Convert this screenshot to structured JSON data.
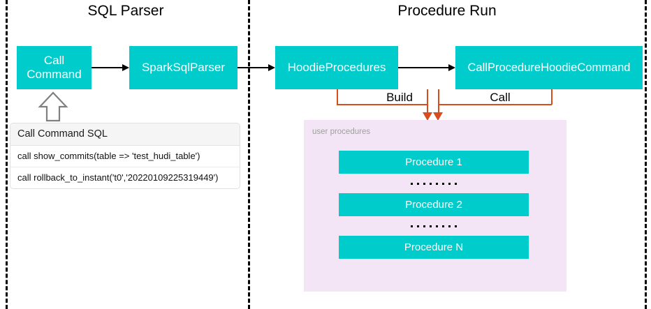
{
  "sections": {
    "left_title": "SQL Parser",
    "right_title": "Procedure Run"
  },
  "flow_boxes": {
    "call_command": "Call\nCommand",
    "spark_sql_parser": "SparkSqlParser",
    "hoodie_procedures": "HoodieProcedures",
    "call_procedure_hoodie_command": "CallProcedureHoodieCommand"
  },
  "connector_labels": {
    "build": "Build",
    "call": "Call"
  },
  "sql_card": {
    "header": "Call Command SQL",
    "rows": [
      "call show_commits(table => 'test_hudi_table')",
      "call rollback_to_instant('t0','20220109225319449')"
    ]
  },
  "procedures_panel": {
    "title": "user procedures",
    "items": [
      "Procedure 1",
      "Procedure 2",
      "Procedure N"
    ],
    "separator": "......."
  },
  "colors": {
    "teal": "#00CCCC",
    "orange": "#D94C1E",
    "panel_purple": "#F3E5F5",
    "divider_black": "#000000",
    "panel_title_gray": "#9E9E9E"
  }
}
